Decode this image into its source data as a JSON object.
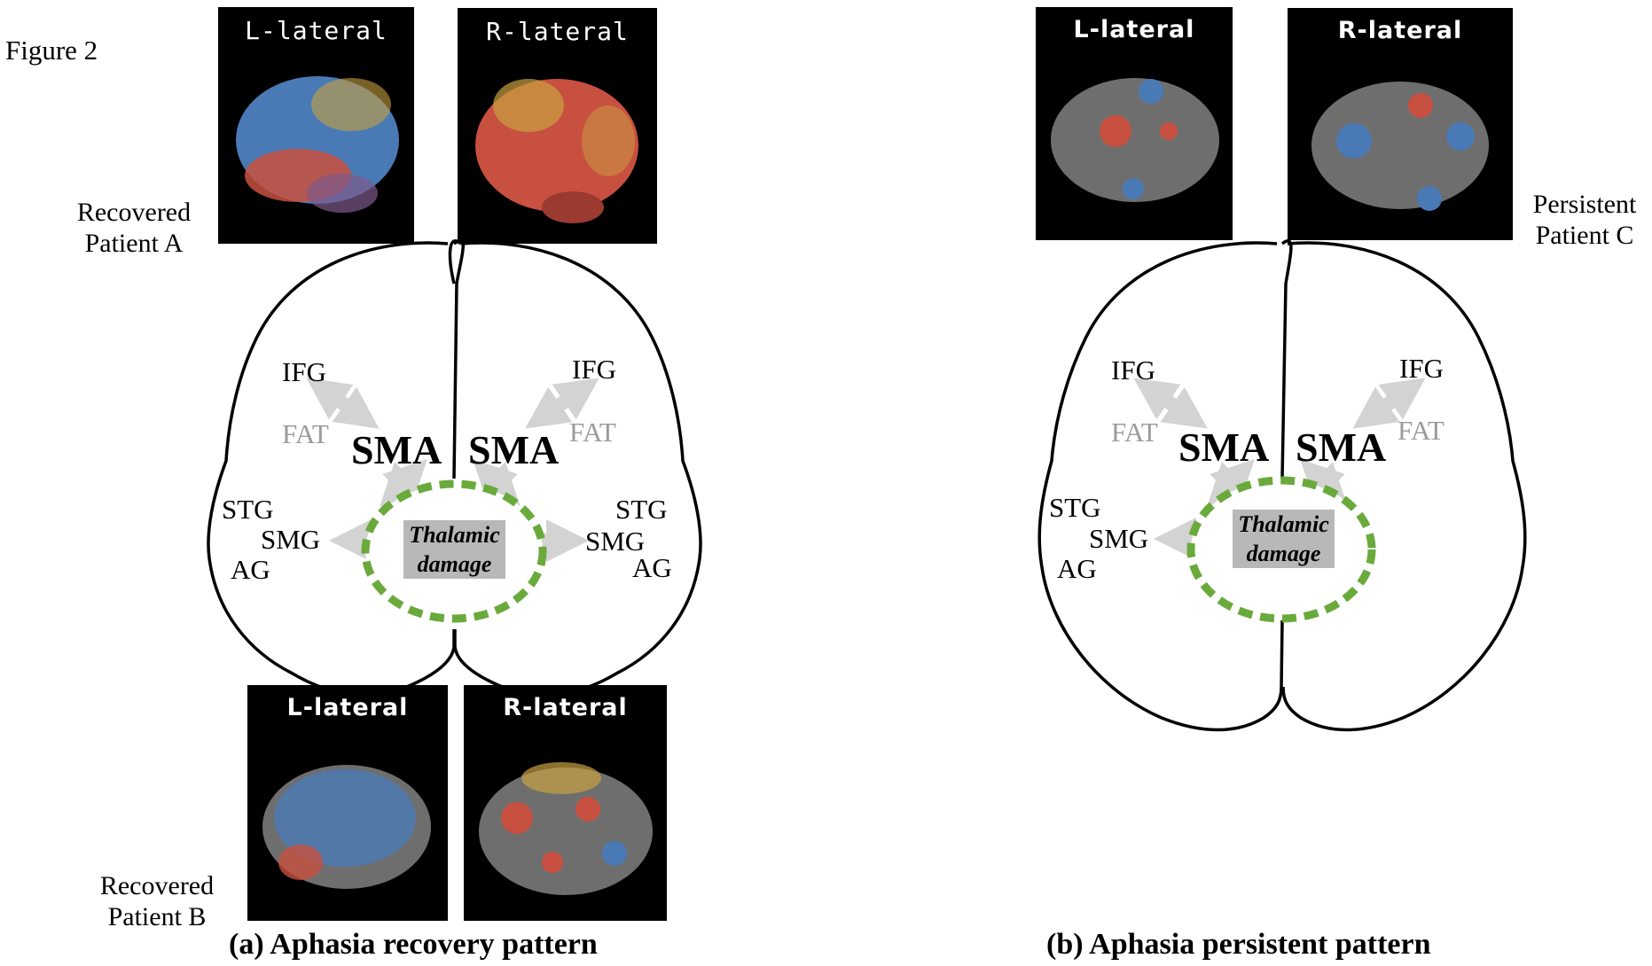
{
  "figure_label": "Figure 2",
  "panel_a": {
    "caption": "(a) Aphasia recovery pattern",
    "patient_top": [
      "Recovered",
      "Patient A"
    ],
    "patient_bottom": [
      "Recovered",
      "Patient B"
    ],
    "brain_panels": {
      "top_left": "L-lateral",
      "top_right": "R-lateral",
      "bottom_left": "L-lateral",
      "bottom_right": "R-lateral"
    },
    "regions": {
      "ifg_left": "IFG",
      "ifg_right": "IFG",
      "fat_left": "FAT",
      "fat_right": "FAT",
      "sma_left": "SMA",
      "sma_right": "SMA",
      "stg_left": "STG",
      "smg_left": "SMG",
      "ag_left": "AG",
      "stg_right": "STG",
      "smg_right": "SMG",
      "ag_right": "AG"
    },
    "thalamic": [
      "Thalamic",
      "damage"
    ]
  },
  "panel_b": {
    "caption": "(b) Aphasia persistent pattern",
    "patient": [
      "Persistent",
      "Patient C"
    ],
    "brain_panels": {
      "top_left": "L-lateral",
      "top_right": "R-lateral"
    },
    "regions": {
      "ifg_left": "IFG",
      "ifg_right": "IFG",
      "fat_left": "FAT",
      "fat_right": "FAT",
      "sma_left": "SMA",
      "sma_right": "SMA",
      "stg_left": "STG",
      "smg_left": "SMG",
      "ag_left": "AG"
    },
    "thalamic": [
      "Thalamic",
      "damage"
    ]
  },
  "colors": {
    "outline": "#000000",
    "arrow": "#d3d3d3",
    "fat_text": "#9a9a9a",
    "dash_green": "#6aaa3c",
    "thalamic_bg": "#b8b8b8",
    "panel_bg": "#000000",
    "brain_gray": "#6e6e6e",
    "activation_red": "#c85040",
    "activation_blue": "#4a7ab5"
  }
}
